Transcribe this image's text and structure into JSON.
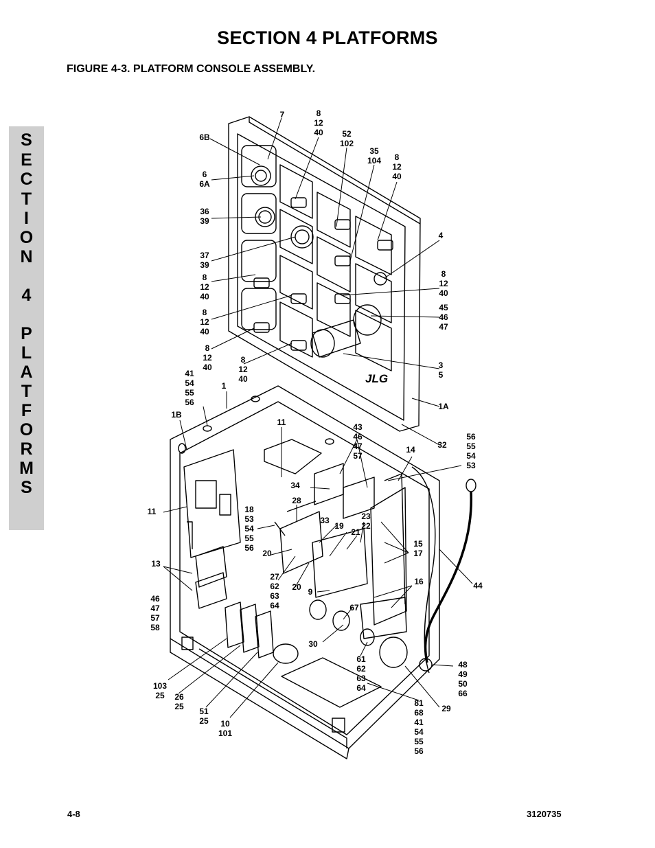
{
  "header": {
    "section_title": "SECTION 4  PLATFORMS",
    "figure_title": "FIGURE 4-3.    PLATFORM CONSOLE ASSEMBLY."
  },
  "side_tab": {
    "letters": [
      "S",
      "E",
      "C",
      "T",
      "I",
      "O",
      "N",
      "4",
      "P",
      "L",
      "A",
      "T",
      "F",
      "O",
      "R",
      "M",
      "S"
    ],
    "bg_color": "#cfcfcf"
  },
  "diagram": {
    "brand_label": "JLG",
    "callouts": [
      {
        "id": "c-7",
        "text": "7"
      },
      {
        "id": "c-8-12-40-top",
        "text": "8\n12\n40"
      },
      {
        "id": "c-6b",
        "text": "6B"
      },
      {
        "id": "c-52-102",
        "text": "52\n102"
      },
      {
        "id": "c-35-104",
        "text": "35\n104"
      },
      {
        "id": "c-8-12-40-tr",
        "text": "8\n12\n40"
      },
      {
        "id": "c-6-6a",
        "text": "6\n6A"
      },
      {
        "id": "c-36-39",
        "text": "36\n39"
      },
      {
        "id": "c-4",
        "text": "4"
      },
      {
        "id": "c-37-39",
        "text": "37\n39"
      },
      {
        "id": "c-8-12-40-l1",
        "text": "8\n12\n40"
      },
      {
        "id": "c-8-12-40-r1",
        "text": "8\n12\n40"
      },
      {
        "id": "c-8-12-40-l2",
        "text": "8\n12\n40"
      },
      {
        "id": "c-45-46-47",
        "text": "45\n46\n47"
      },
      {
        "id": "c-8-12-40-l3",
        "text": "8\n12\n40"
      },
      {
        "id": "c-8-12-40-l4",
        "text": "8\n12\n40"
      },
      {
        "id": "c-3-5",
        "text": "3\n5"
      },
      {
        "id": "c-41-54-55-56-top",
        "text": "41\n54\n55\n56"
      },
      {
        "id": "c-1",
        "text": "1"
      },
      {
        "id": "c-1a",
        "text": "1A"
      },
      {
        "id": "c-1b",
        "text": "1B"
      },
      {
        "id": "c-11-top",
        "text": "11"
      },
      {
        "id": "c-43-46-47-57",
        "text": "43\n46\n47\n57"
      },
      {
        "id": "c-32",
        "text": "32"
      },
      {
        "id": "c-56-55-54-53",
        "text": "56\n55\n54\n53"
      },
      {
        "id": "c-14",
        "text": "14"
      },
      {
        "id": "c-34",
        "text": "34"
      },
      {
        "id": "c-11-left",
        "text": "11"
      },
      {
        "id": "c-28",
        "text": "28"
      },
      {
        "id": "c-18-53-54-55-56",
        "text": "18\n53\n54\n55\n56"
      },
      {
        "id": "c-33",
        "text": "33"
      },
      {
        "id": "c-23-22",
        "text": "23\n22"
      },
      {
        "id": "c-19",
        "text": "19"
      },
      {
        "id": "c-21",
        "text": "21"
      },
      {
        "id": "c-15-17",
        "text": "15\n17"
      },
      {
        "id": "c-20-a",
        "text": "20"
      },
      {
        "id": "c-13",
        "text": "13"
      },
      {
        "id": "c-27-62-63-64",
        "text": "27\n62\n63\n64"
      },
      {
        "id": "c-20-b",
        "text": "20"
      },
      {
        "id": "c-16",
        "text": "16"
      },
      {
        "id": "c-44",
        "text": "44"
      },
      {
        "id": "c-9",
        "text": "9"
      },
      {
        "id": "c-46-47-57-58",
        "text": "46\n47\n57\n58"
      },
      {
        "id": "c-67",
        "text": "67"
      },
      {
        "id": "c-30",
        "text": "30"
      },
      {
        "id": "c-61-62-63-64",
        "text": "61\n62\n63\n64"
      },
      {
        "id": "c-48-49-50-66",
        "text": "48\n49\n50\n66"
      },
      {
        "id": "c-103-25",
        "text": "103\n25"
      },
      {
        "id": "c-26-25",
        "text": "26\n25"
      },
      {
        "id": "c-29",
        "text": "29"
      },
      {
        "id": "c-81-68-41-54-55-56",
        "text": "81\n68\n41\n54\n55\n56"
      },
      {
        "id": "c-51-25",
        "text": "51\n25"
      },
      {
        "id": "c-10-101",
        "text": "10\n101"
      }
    ]
  },
  "footer": {
    "page_number": "4-8",
    "doc_number": "3120735"
  }
}
